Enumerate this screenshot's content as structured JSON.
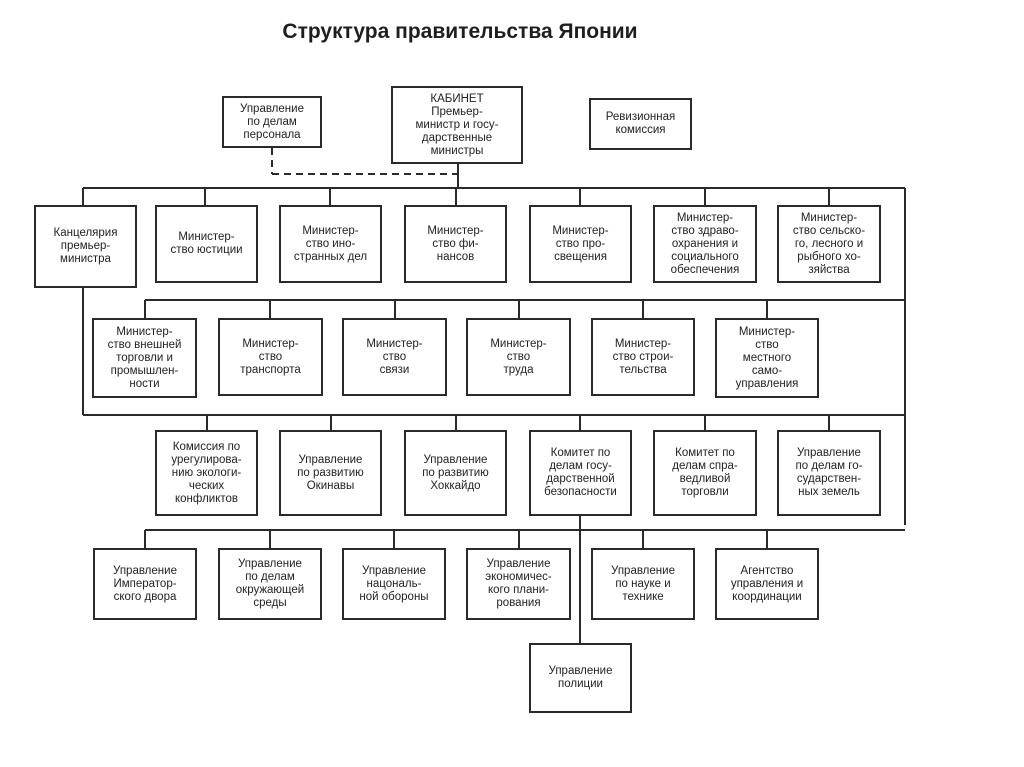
{
  "title": "Структура правительства Японии",
  "top": {
    "personnel": "Управление\nпо делам\nперсонала",
    "cabinet": "КАБИНЕТ\nПремьер-\nминистр и госу-\nдарственные\nминистры",
    "audit": "Ревизионная\nкомиссия"
  },
  "row1": [
    "Канцелярия\nпремьер-\nминистра",
    "Министер-\nство юстиции",
    "Министер-\nство ино-\nстранных дел",
    "Министер-\nство фи-\nнансов",
    "Министер-\nство про-\nсвещения",
    "Министер-\nство здраво-\nохранения и\nсоциального\nобеспечения",
    "Министер-\nство сельско-\nго, лесного и\nрыбного хо-\nзяйства"
  ],
  "row2": [
    "Министер-\nство внешней\nторговли и\nпромышлен-\nности",
    "Министер-\nство\nтранспорта",
    "Министер-\nство\nсвязи",
    "Министер-\nство\nтруда",
    "Министер-\nство строи-\nтельства",
    "Министер-\nство\nместного\nсамо-\nуправления"
  ],
  "row3": [
    "Комиссия по\nурегулирова-\nнию экологи-\nческих\nконфликтов",
    "Управление\nпо развитию\nОкинавы",
    "Управление\nпо развитию\nХоккайдо",
    "Комитет по\nделам госу-\nдарственной\nбезопасности",
    "Комитет по\nделам спра-\nведливой\nторговли",
    "Управление\nпо делам го-\nсударствен-\nных земель"
  ],
  "row4": [
    "Управление\nИмператор-\nского двора",
    "Управление\nпо делам\nокружающей\nсреды",
    "Управление\nнацональ-\nной обороны",
    "Управление\nэкономичес-\nкого плани-\nрования",
    "Управление\nпо науке и\nтехнике",
    "Агентство\nуправления и\nкоординации"
  ],
  "police": "Управление\nполиции"
}
